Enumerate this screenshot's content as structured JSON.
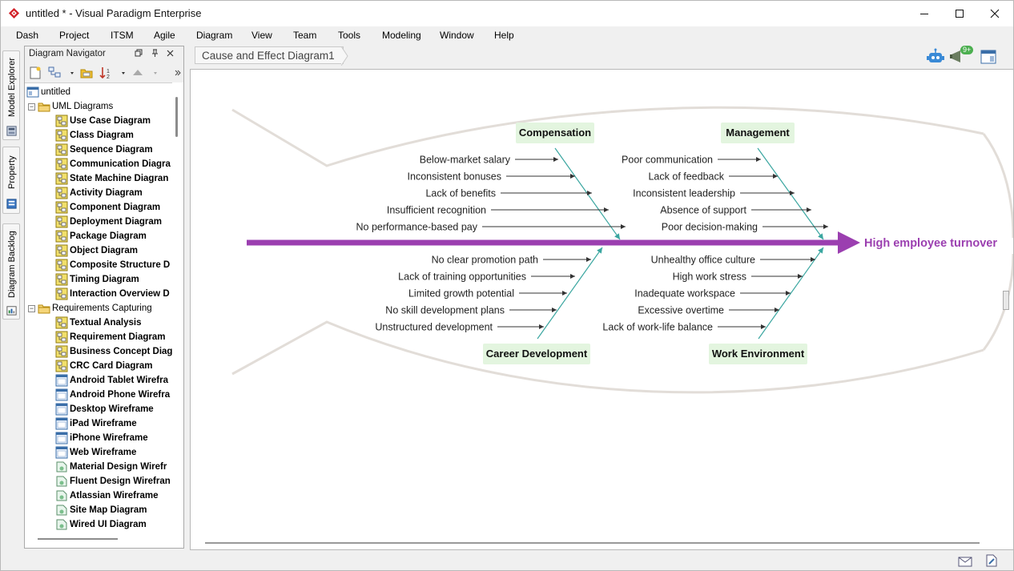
{
  "app": {
    "title": "untitled * - Visual Paradigm Enterprise",
    "window_controls": [
      "minimize-icon",
      "maximize-icon",
      "close-icon"
    ]
  },
  "menu": [
    "Dash",
    "Project",
    "ITSM",
    "Agile",
    "Diagram",
    "View",
    "Team",
    "Tools",
    "Modeling",
    "Window",
    "Help"
  ],
  "left_tabs": [
    "Model Explorer",
    "Property",
    "Diagram Backlog"
  ],
  "navigator": {
    "title": "Diagram Navigator",
    "root": "untitled",
    "groups": [
      {
        "label": "UML Diagrams",
        "items": [
          "Use Case Diagram",
          "Class Diagram",
          "Sequence Diagram",
          "Communication Diagra",
          "State Machine Diagran",
          "Activity Diagram",
          "Component Diagram",
          "Deployment Diagram",
          "Package Diagram",
          "Object Diagram",
          "Composite Structure D",
          "Timing Diagram",
          "Interaction Overview D"
        ]
      },
      {
        "label": "Requirements Capturing",
        "items": [
          "Textual Analysis",
          "Requirement Diagram",
          "Business Concept Diag",
          "CRC Card Diagram",
          "Android Tablet Wirefra",
          "Android Phone Wirefra",
          "Desktop Wireframe",
          "iPad Wireframe",
          "iPhone Wireframe",
          "Web Wireframe",
          "Material Design Wirefr",
          "Fluent Design Wirefran",
          "Atlassian Wireframe",
          "Site Map Diagram",
          "Wired UI Diagram"
        ]
      }
    ]
  },
  "diagram": {
    "tab": "Cause and Effect Diagram1",
    "effect": "High employee turnover",
    "colors": {
      "spine": "#9b3fb0",
      "bone": "#3aa6a0",
      "category_bg": "#e3f5df",
      "fish_outline": "#e2ddd8"
    },
    "categories": [
      {
        "name": "Compensation",
        "causes": [
          "Below-market salary",
          "Inconsistent bonuses",
          "Lack of benefits",
          "Insufficient recognition",
          "No performance-based pay"
        ]
      },
      {
        "name": "Management",
        "causes": [
          "Poor communication",
          "Lack of feedback",
          "Inconsistent leadership",
          "Absence of support",
          "Poor decision-making"
        ]
      },
      {
        "name": "Career Development",
        "causes": [
          "No clear promotion path",
          "Lack of training opportunities",
          "Limited growth potential",
          "No skill development plans",
          "Unstructured development"
        ]
      },
      {
        "name": "Work Environment",
        "causes": [
          "Unhealthy office culture",
          "High work stress",
          "Inadequate workspace",
          "Excessive overtime",
          "Lack of work-life balance"
        ]
      }
    ]
  },
  "right_toolbar": [
    "robot-icon",
    "megaphone-icon",
    "panel-icon"
  ],
  "notification_badge": "9+",
  "status_icons": [
    "mail-icon",
    "edit-icon"
  ]
}
